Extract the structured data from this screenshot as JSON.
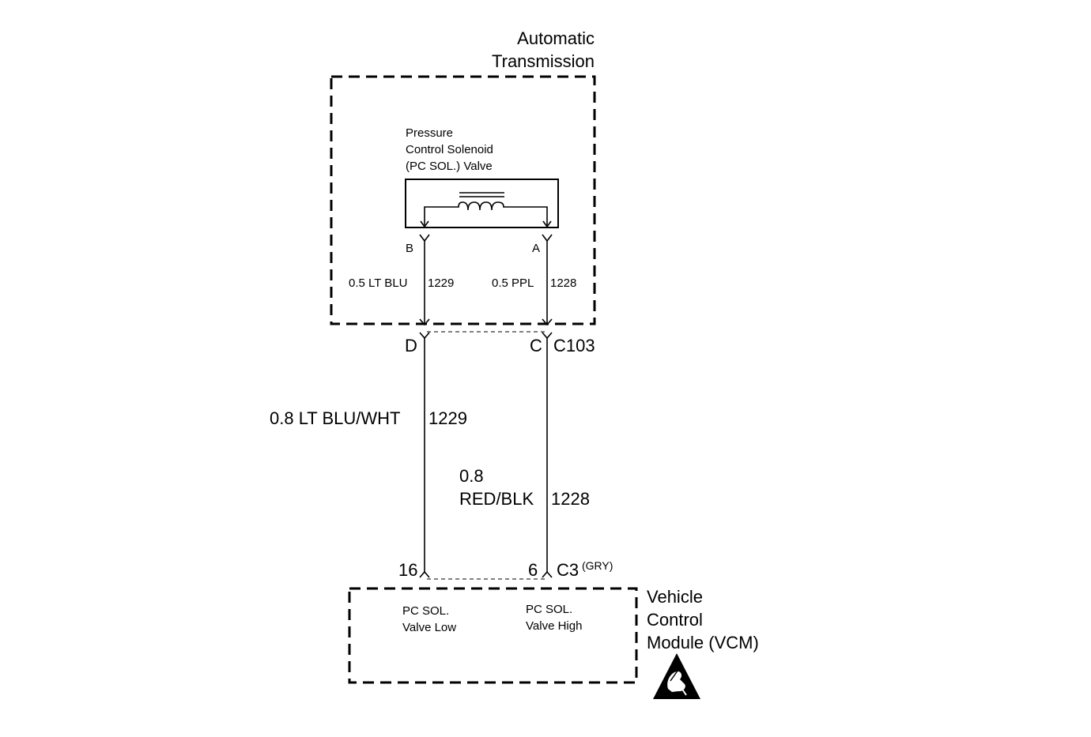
{
  "transmission": {
    "title_line1": "Automatic",
    "title_line2": "Transmission"
  },
  "solenoid": {
    "label_line1": "Pressure",
    "label_line2": "Control Solenoid",
    "label_line3": "(PC SOL.) Valve",
    "pin_b": "B",
    "pin_a": "A"
  },
  "inner_wires": {
    "left_spec": "0.5 LT BLU",
    "left_circuit": "1229",
    "right_spec": "0.5 PPL",
    "right_circuit": "1228"
  },
  "connector_c103": {
    "pin_left": "D",
    "pin_right": "C",
    "name": "C103"
  },
  "outer_wires": {
    "left_spec": "0.8 LT BLU/WHT",
    "left_circuit": "1229",
    "right_spec_line1": "0.8",
    "right_spec_line2": "RED/BLK",
    "right_circuit": "1228"
  },
  "connector_c3": {
    "pin_left": "16",
    "pin_right": "6",
    "name": "C3",
    "color": "(GRY)"
  },
  "vcm": {
    "title_line1": "Vehicle",
    "title_line2": "Control",
    "title_line3": "Module (VCM)",
    "low_line1": "PC SOL.",
    "low_line2": "Valve Low",
    "high_line1": "PC SOL.",
    "high_line2": "Valve High",
    "esd_icon": "esd-warning-icon"
  }
}
